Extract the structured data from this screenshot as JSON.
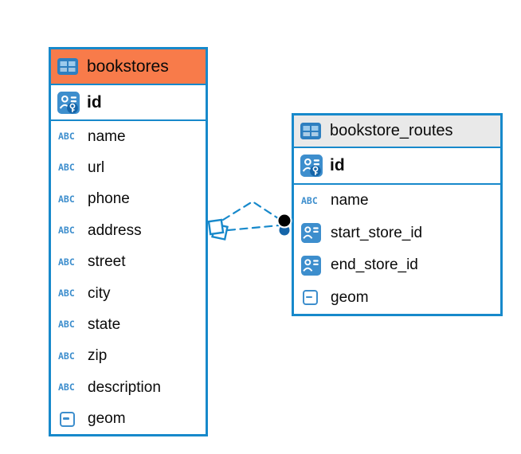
{
  "canvas": {
    "background": "#ffffff"
  },
  "colors": {
    "accent_blue": "#1789cb",
    "icon_blue": "#3d8ecd",
    "key_badge_blue": "#1565a9",
    "bookstores_header": "#f87b4a",
    "routes_header": "#e9e9e9",
    "endpoint_dot": "#000000"
  },
  "icons": {
    "text_type_glyph": "ABC"
  },
  "tables": [
    {
      "name": "bookstores",
      "header_style": "orange",
      "primary_key": {
        "label": "id"
      },
      "columns": [
        {
          "label": "name",
          "type": "text"
        },
        {
          "label": "url",
          "type": "text"
        },
        {
          "label": "phone",
          "type": "text"
        },
        {
          "label": "address",
          "type": "text"
        },
        {
          "label": "street",
          "type": "text"
        },
        {
          "label": "city",
          "type": "text"
        },
        {
          "label": "state",
          "type": "text"
        },
        {
          "label": "zip",
          "type": "text"
        },
        {
          "label": "description",
          "type": "text"
        },
        {
          "label": "geom",
          "type": "geometry"
        }
      ]
    },
    {
      "name": "bookstore_routes",
      "header_style": "gray",
      "primary_key": {
        "label": "id"
      },
      "columns": [
        {
          "label": "name",
          "type": "text"
        },
        {
          "label": "start_store_id",
          "type": "reference"
        },
        {
          "label": "end_store_id",
          "type": "reference"
        },
        {
          "label": "geom",
          "type": "geometry"
        }
      ]
    }
  ],
  "relationship": {
    "style": "dashed",
    "line_count": 2,
    "source_marker": "stacked-squares",
    "target_marker": "stacked-dots"
  }
}
